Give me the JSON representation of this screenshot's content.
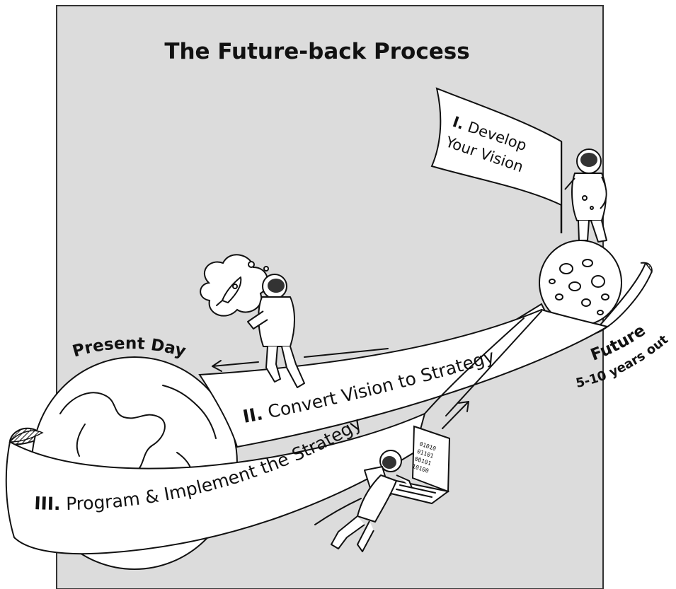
{
  "title": "The Future-back Process",
  "steps": [
    {
      "numeral": "I.",
      "line1": "Develop",
      "line2": "Your Vision"
    },
    {
      "numeral": "II.",
      "text": "Convert Vision to Strategy"
    },
    {
      "numeral": "III.",
      "text": "Program & Implement the Strategy"
    }
  ],
  "present_label": "Present Day",
  "future_label": "Future",
  "future_sublabel": "5-10 years out",
  "screen_code": [
    "01010",
    "01101",
    "00101",
    "10100"
  ],
  "icons": [
    "earth-globe",
    "moon",
    "flag",
    "astronaut",
    "thought-bubble-rocket",
    "laptop",
    "arrow"
  ],
  "colors": {
    "background_panel": "#dcdcdc",
    "ink": "#111111",
    "band": "#ffffff"
  }
}
